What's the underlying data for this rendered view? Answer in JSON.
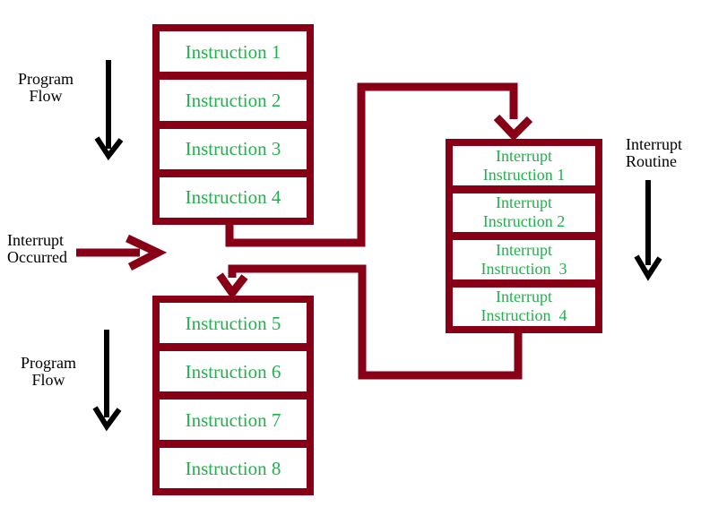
{
  "colors": {
    "maroon": "#880015",
    "green": "#22B14C",
    "ink": "#000000",
    "paper": "#FFFFFF"
  },
  "labels": {
    "program_flow_top": "Program\nFlow",
    "interrupt_occurred": "Interrupt\nOccurred",
    "program_flow_bottom": "Program\nFlow",
    "interrupt_routine": "Interrupt\nRoutine"
  },
  "program_block_1": {
    "items": [
      "Instruction 1",
      "Instruction 2",
      "Instruction 3",
      "Instruction 4"
    ]
  },
  "program_block_2": {
    "items": [
      "Instruction 5",
      "Instruction 6",
      "Instruction 7",
      "Instruction 8"
    ]
  },
  "interrupt_block": {
    "items": [
      "Interrupt\nInstruction 1",
      "Interrupt\nInstruction 2",
      "Interrupt\nInstruction  3",
      "Interrupt\nInstruction  4"
    ]
  }
}
